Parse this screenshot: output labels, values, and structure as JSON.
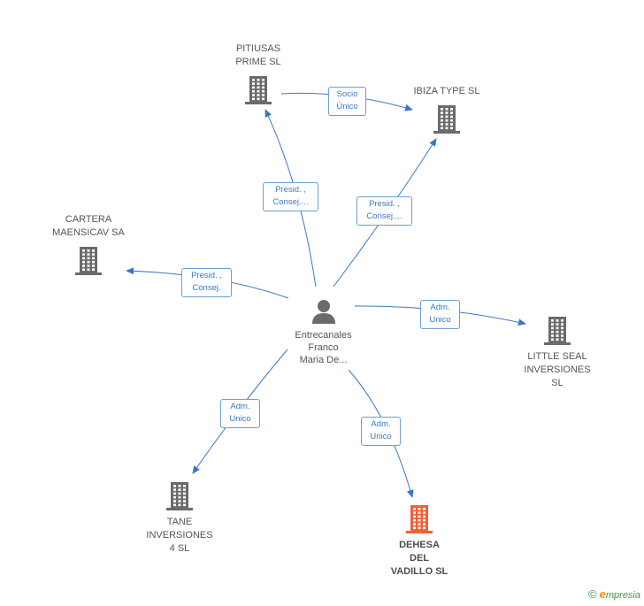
{
  "colors": {
    "edge": "#3a78c6",
    "building": "#6b6b6b",
    "building_main": "#f0603a",
    "person": "#6b6b6b"
  },
  "center": {
    "label": "Entrecanales\nFranco\nMaria De..."
  },
  "nodes": [
    {
      "id": "pitiusas",
      "label": "PITIUSAS\nPRIME SL"
    },
    {
      "id": "ibiza",
      "label": "IBIZA TYPE SL"
    },
    {
      "id": "cartera",
      "label": "CARTERA\nMAENSICAV SA"
    },
    {
      "id": "littleseal",
      "label": "LITTLE SEAL\nINVERSIONES\nSL"
    },
    {
      "id": "tane",
      "label": "TANE\nINVERSIONES\n4  SL"
    },
    {
      "id": "dehesa",
      "label": "DEHESA\nDEL\nVADILLO SL"
    }
  ],
  "edges": [
    {
      "id": "e-pitiusas-ibiza",
      "label": "Socio\nÚnico"
    },
    {
      "id": "e-center-pitiusas",
      "label": "Presid. ,\nConsej...."
    },
    {
      "id": "e-center-ibiza",
      "label": "Presid. ,\nConsej...."
    },
    {
      "id": "e-center-cartera",
      "label": "Presid. ,\nConsej."
    },
    {
      "id": "e-center-littleseal",
      "label": "Adm.\nUnico"
    },
    {
      "id": "e-center-tane",
      "label": "Adm.\nUnico"
    },
    {
      "id": "e-center-dehesa",
      "label": "Adm.\nUnico"
    }
  ],
  "brand": {
    "copyright": "©",
    "e": "e",
    "rest": "mpresia"
  }
}
